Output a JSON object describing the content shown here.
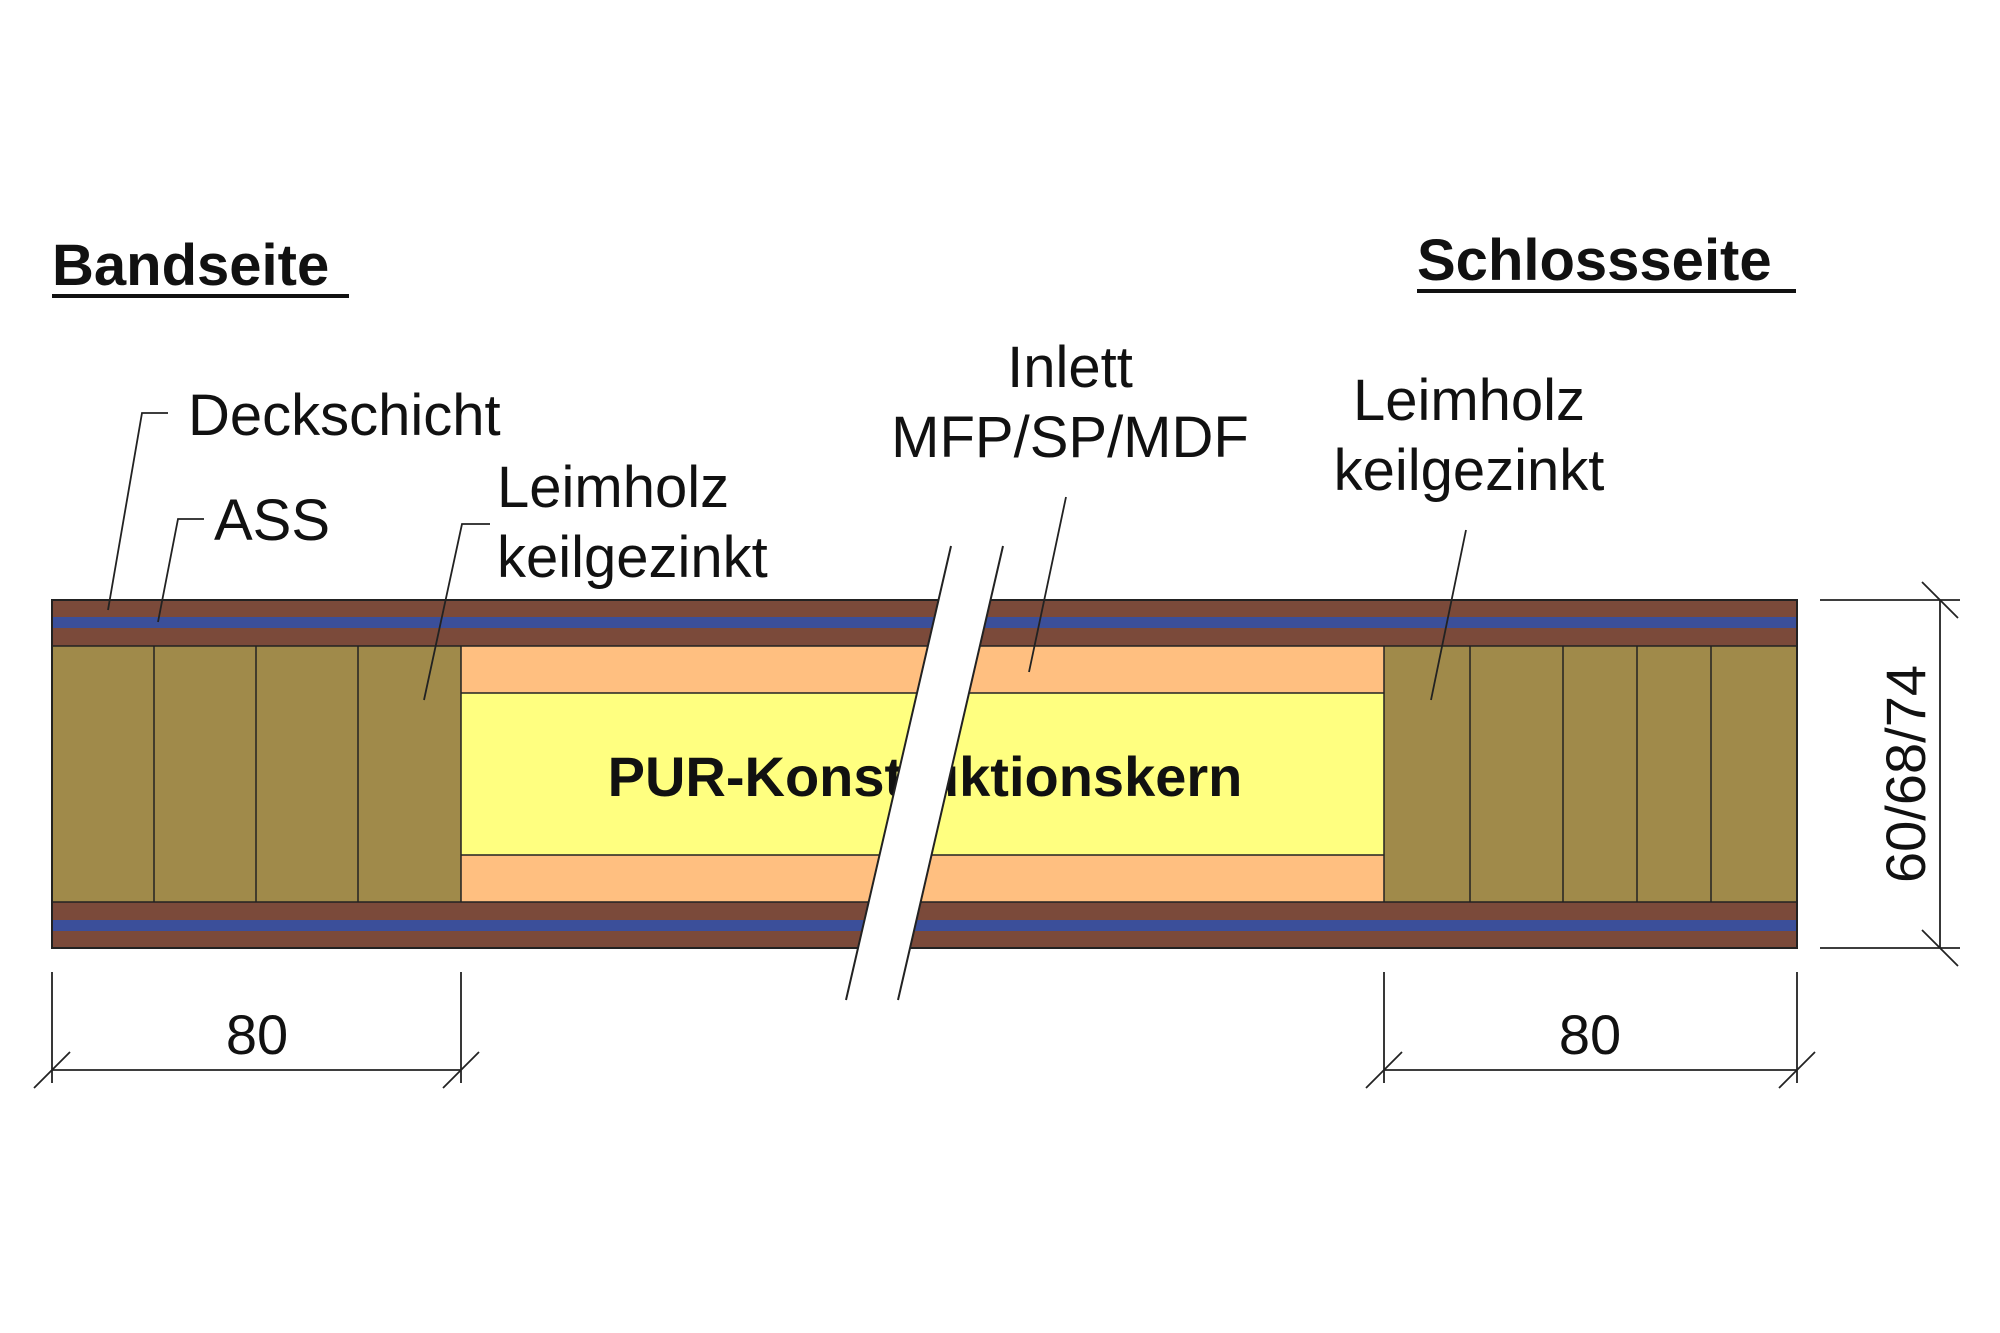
{
  "titles": {
    "left": "Bandseite",
    "right": "Schlossseite"
  },
  "labels": {
    "deckschicht": "Deckschicht",
    "ass": "ASS",
    "leimholz_left_1": "Leimholz",
    "leimholz_left_2": "keilgezinkt",
    "inlett_1": "Inlett",
    "inlett_2": "MFP/SP/MDF",
    "leimholz_right_1": "Leimholz",
    "leimholz_right_2": "keilgezinkt",
    "core": "PUR-Konstruktionskern"
  },
  "dimensions": {
    "left_width": "80",
    "right_width": "80",
    "thickness": "60/68/74"
  },
  "colors": {
    "deckschicht": "#7b4a3a",
    "ass": "#3b4f9a",
    "leimholz": "#a08a4a",
    "inlett": "#ffbf80",
    "core": "#ffff80",
    "line": "#222222"
  }
}
